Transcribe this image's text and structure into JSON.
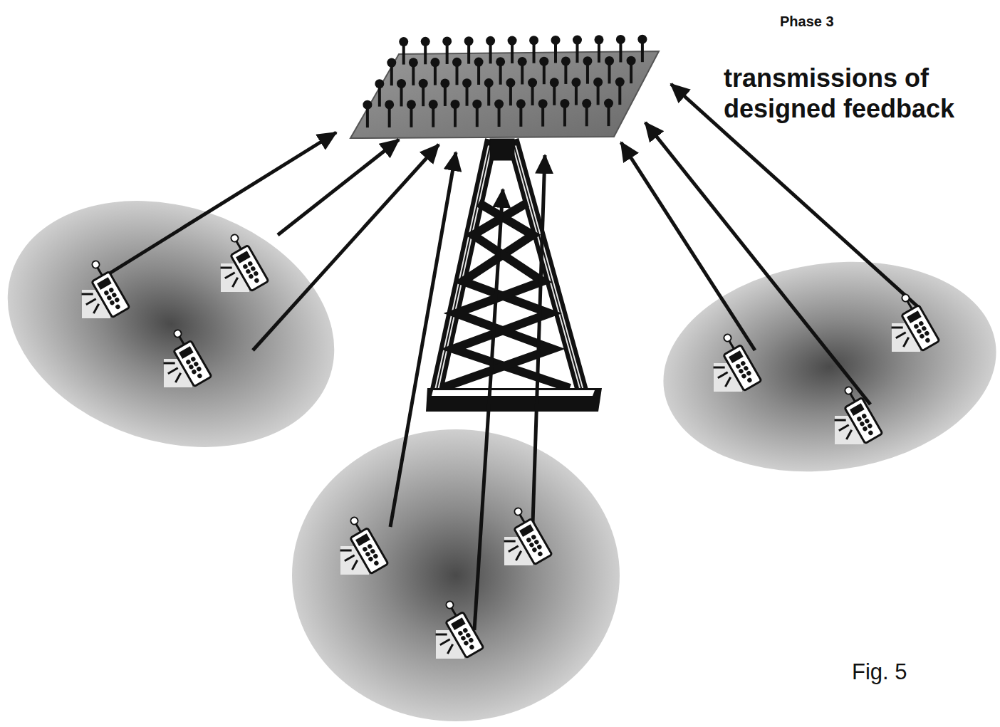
{
  "diagram": {
    "labels": [
      "Phase 3",
      "transmissions of designed feedback",
      "Fig. 5"
    ]
  }
}
